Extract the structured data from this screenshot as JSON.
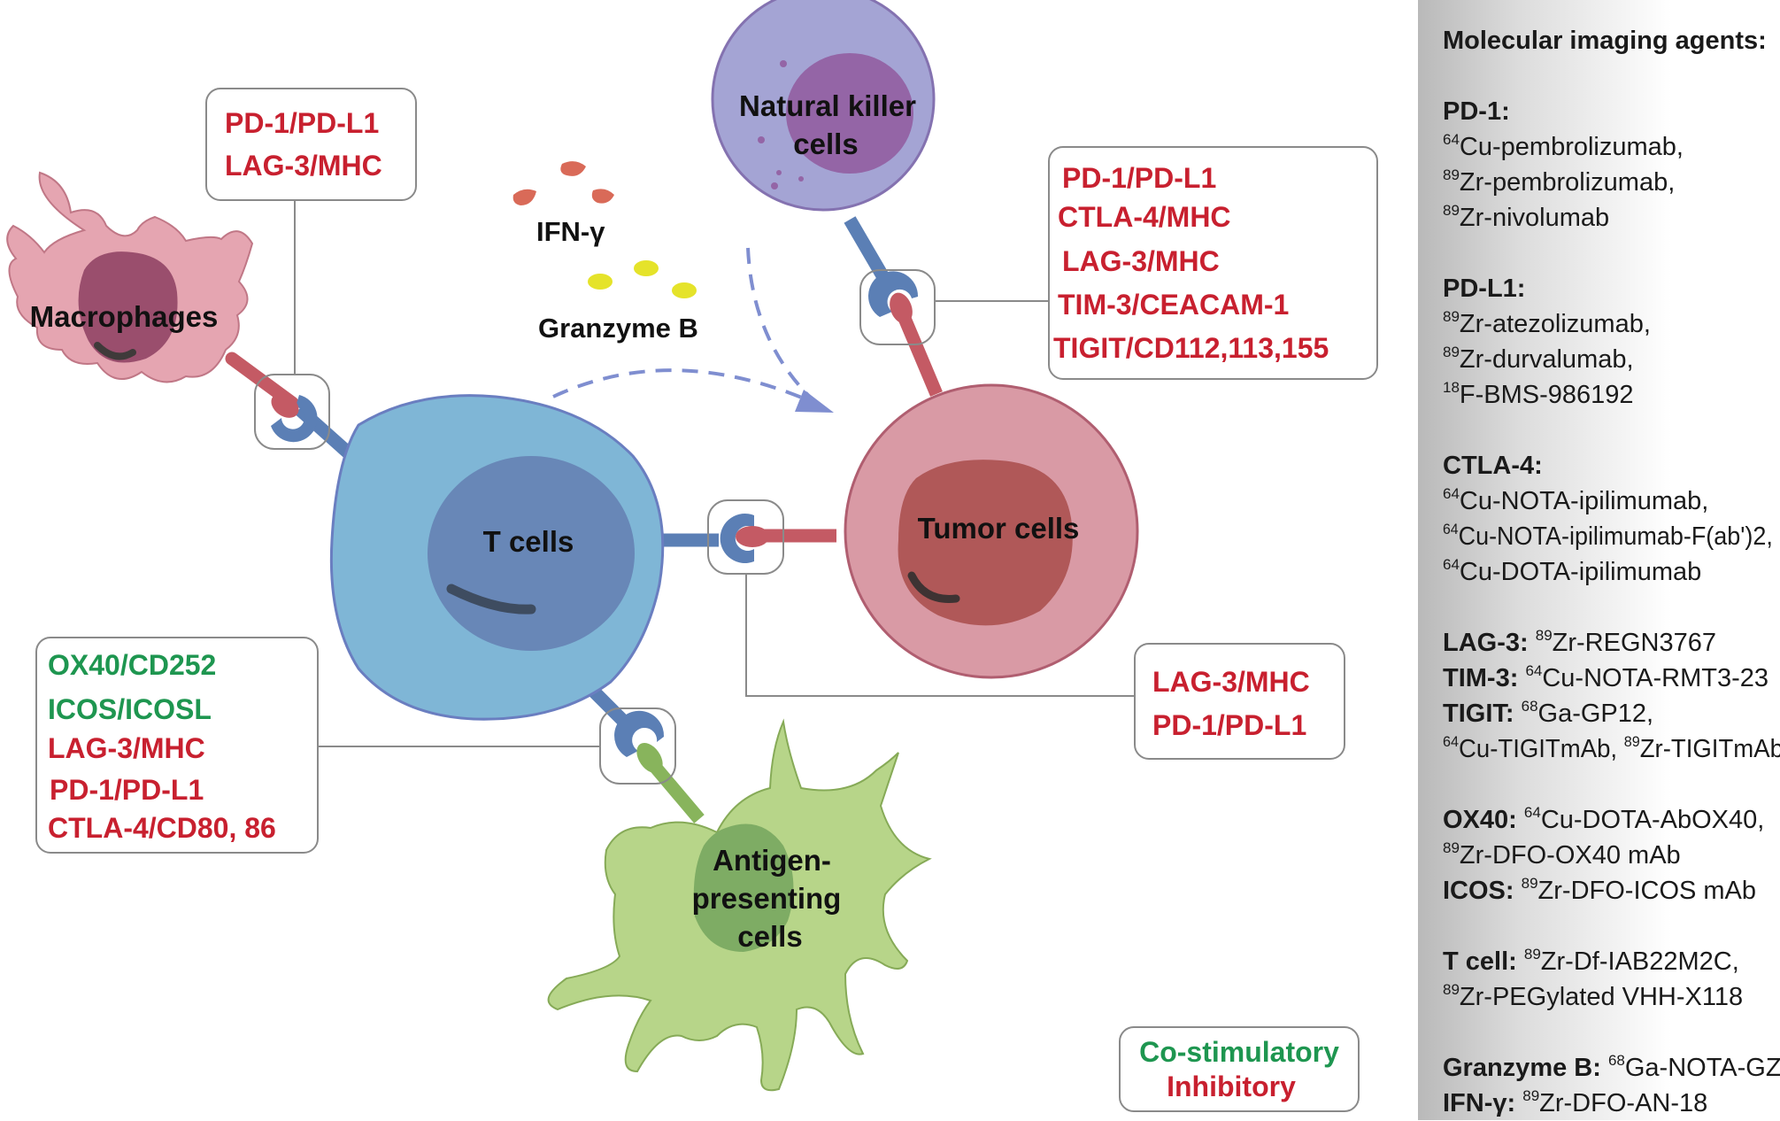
{
  "cells": {
    "macrophages": "Macrophages",
    "nk_line1": "Natural killer",
    "nk_line2": "cells",
    "t_cells": "T cells",
    "tumor_cells": "Tumor cells",
    "apc_line1": "Antigen-",
    "apc_line2": "presenting",
    "apc_line3": "cells"
  },
  "cytokines": {
    "ifn": "IFN-γ",
    "granzyme": "Granzyme B"
  },
  "boxes": {
    "macrophage": [
      "PD-1/PD-L1",
      "LAG-3/MHC"
    ],
    "nk": [
      "PD-1/PD-L1",
      "CTLA-4/MHC",
      "LAG-3/MHC",
      "TIM-3/CEACAM-1",
      "TIGIT/CD112,113,155"
    ],
    "tumor": [
      "LAG-3/MHC",
      "PD-1/PD-L1"
    ],
    "apc_green": [
      "OX40/CD252",
      "ICOS/ICOSL"
    ],
    "apc_red": [
      "LAG-3/MHC",
      "PD-1/PD-L1",
      "CTLA-4/CD80, 86"
    ]
  },
  "legend": {
    "costim": "Co-stimulatory",
    "inhib": "Inhibitory"
  },
  "colors": {
    "inhibitory": "#c8202f",
    "costimulatory": "#1e9650",
    "t_cell": "#7fb6d6",
    "tumor": "#d99aa5",
    "macrophage": "#e5a5b1",
    "nk": "#a4a4d4",
    "apc": "#b7d589"
  },
  "sidebar": {
    "title": "Molecular imaging agents:",
    "pd1_label": "PD-1:",
    "pd1": [
      {
        "sup": "64",
        "text": "Cu-pembrolizumab,"
      },
      {
        "sup": "89",
        "text": "Zr-pembrolizumab,"
      },
      {
        "sup": "89",
        "text": "Zr-nivolumab"
      }
    ],
    "pdl1_label": "PD-L1:",
    "pdl1": [
      {
        "sup": "89",
        "text": "Zr-atezolizumab,"
      },
      {
        "sup": "89",
        "text": "Zr-durvalumab,"
      },
      {
        "sup": "18",
        "text": "F-BMS-986192"
      }
    ],
    "ctla4_label": "CTLA-4:",
    "ctla4": [
      {
        "sup": "64",
        "text": "Cu-NOTA-ipilimumab,"
      },
      {
        "sup": "64",
        "text": "Cu-NOTA-ipilimumab-F(ab')2,"
      },
      {
        "sup": "64",
        "text": "Cu-DOTA-ipilimumab"
      }
    ],
    "lag3_label": "LAG-3:",
    "lag3_sup": "89",
    "lag3_text": "Zr-REGN3767",
    "tim3_label": "TIM-3:",
    "tim3_sup": "64",
    "tim3_text": "Cu-NOTA-RMT3-23",
    "tigit_label": "TIGIT:",
    "tigit_sup": "68",
    "tigit_text": "Ga-GP12,",
    "tigit2_sup1": "64",
    "tigit2_text1": "Cu-TIGITmAb,",
    "tigit2_sup2": "89",
    "tigit2_text2": "Zr-TIGITmAb",
    "ox40_label": "OX40:",
    "ox40_sup": "64",
    "ox40_text": "Cu-DOTA-AbOX40,",
    "ox40b_sup": "89",
    "ox40b_text": "Zr-DFO-OX40 mAb",
    "icos_label": "ICOS:",
    "icos_sup": "89",
    "icos_text": "Zr-DFO-ICOS mAb",
    "tcell_label": "T cell:",
    "tcell_sup": "89",
    "tcell_text": "Zr-Df-IAB22M2C,",
    "tcell2_sup": "89",
    "tcell2_text": "Zr-PEGylated VHH-X118",
    "gzb_label": "Granzyme B:",
    "gzb_sup": "68",
    "gzb_text": "Ga-NOTA-GZP",
    "ifn_label": "IFN-γ:",
    "ifn_sup": "89",
    "ifn_text": "Zr-DFO-AN-18"
  }
}
